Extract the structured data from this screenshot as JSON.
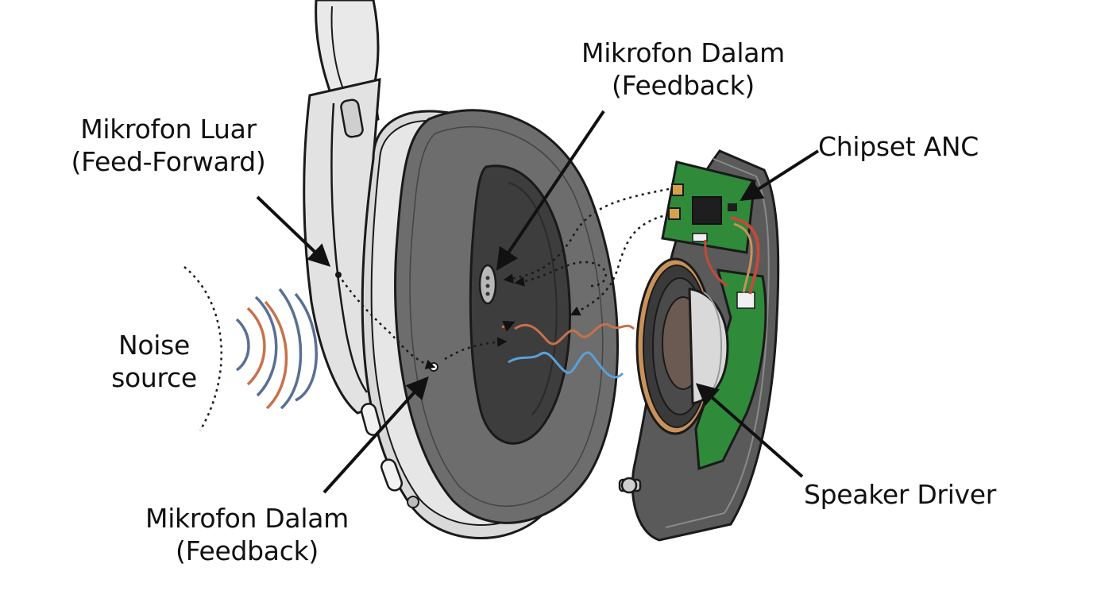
{
  "labels": {
    "mic_outer": {
      "line1": "Mikrofon Luar",
      "line2": "(Feed-Forward)"
    },
    "mic_inner_top": {
      "line1": "Mikrofon Dalam",
      "line2": "(Feedback)"
    },
    "chipset": {
      "line1": "Chipset ANC"
    },
    "noise": {
      "line1": "Noise",
      "line2": "source"
    },
    "mic_inner_bottom": {
      "line1": "Mikrofon Dalam",
      "line2": "(Feedback)"
    },
    "speaker": {
      "line1": "Speaker Driver"
    }
  },
  "colors": {
    "outline": "#1a1a1a",
    "headband": "#e6e6e6",
    "earcup": "#cfcfcf",
    "cushion": "#6d6d6d",
    "cushion_inner": "#4f4f4f",
    "cavity": "#3d3d3d",
    "pcb": "#2f8a3a",
    "copper": "#c9925a",
    "noise_wave_orange": "#c8714a",
    "noise_wave_blue": "#5a6f93",
    "anti_wave_blue": "#5aa0d8"
  }
}
